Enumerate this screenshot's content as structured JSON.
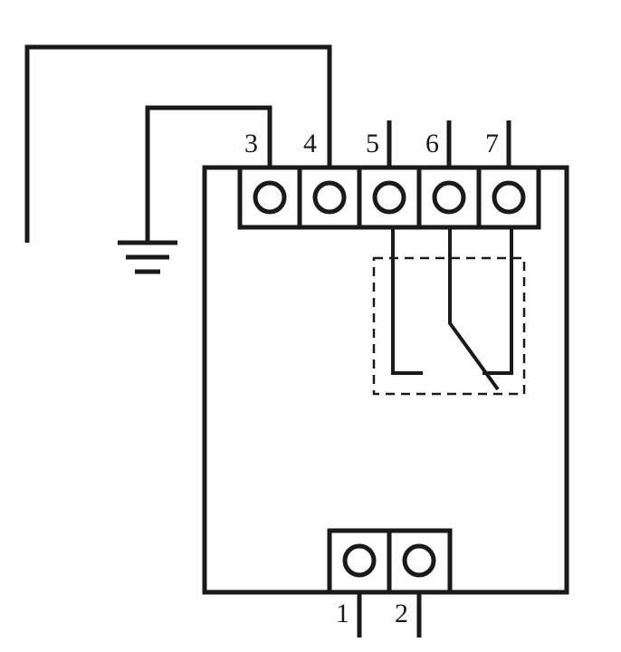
{
  "diagram": {
    "terminals_top": [
      {
        "id": "t3",
        "label": "3"
      },
      {
        "id": "t4",
        "label": "4"
      },
      {
        "id": "t5",
        "label": "5"
      },
      {
        "id": "t6",
        "label": "6"
      },
      {
        "id": "t7",
        "label": "7"
      }
    ],
    "terminals_bottom": [
      {
        "id": "t1",
        "label": "1"
      },
      {
        "id": "t2",
        "label": "2"
      }
    ],
    "icons": {
      "ground": "ground-symbol-icon",
      "relay_contact": "relay-contact-icon"
    },
    "colors": {
      "line": "#1a1a1a",
      "background": "#ffffff"
    }
  }
}
